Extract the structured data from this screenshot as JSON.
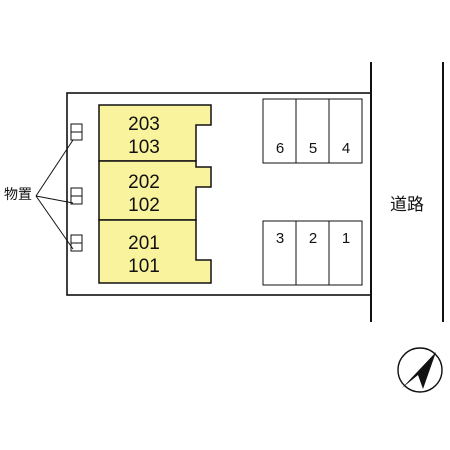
{
  "colors": {
    "unit_fill": "#faf39d",
    "line": "#111111",
    "background": "#ffffff"
  },
  "units": [
    {
      "upper": "203",
      "lower": "103"
    },
    {
      "upper": "202",
      "lower": "102"
    },
    {
      "upper": "201",
      "lower": "101"
    }
  ],
  "parking": {
    "top_row": [
      "6",
      "5",
      "4"
    ],
    "bottom_row": [
      "3",
      "2",
      "1"
    ]
  },
  "road": {
    "label": "道路"
  },
  "storage": {
    "label": "物置"
  },
  "compass": {
    "icon": "north-arrow-icon"
  }
}
